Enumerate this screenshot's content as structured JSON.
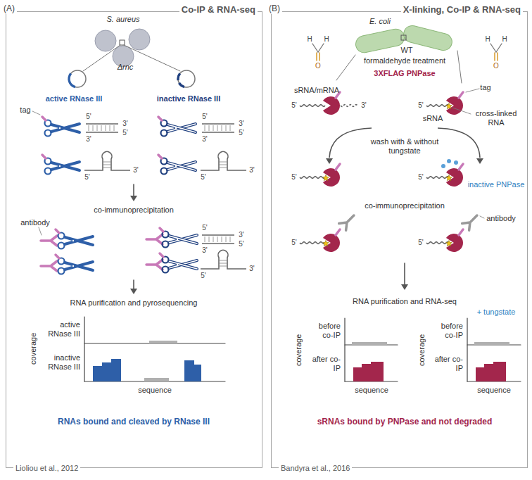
{
  "diagram": {
    "nodes": [
      {
        "text": [
          "(A)",
          "Co-IP & RNA-seq",
          "Lioliou et al., 2012"
        ]
      },
      {
        "text": [
          "(B)",
          "X-linking, Co-IP & RNA-seq",
          "Bandyra et al., 2016"
        ]
      }
    ],
    "labels": [
      "S. aureus",
      "Δrnc",
      "active RNase III",
      "inactive RNase III",
      "tag",
      "5'",
      "3'",
      "3'",
      "5'",
      "5'",
      "3'",
      "3'",
      "5'",
      "5'",
      "3'",
      "5'",
      "3'",
      "co-immunoprecipitation",
      "antibody",
      "5'",
      "3'",
      "3'",
      "5'",
      "5'",
      "3'",
      "RNA purification and pyrosequencing",
      "active RNase III",
      "inactive RNase III",
      "coverage",
      "sequence",
      "RNAs bound and cleaved by RNase III",
      "E. coli",
      "WT",
      "H",
      "H",
      "O",
      "H",
      "H",
      "O",
      "formaldehyde treatment",
      "3XFLAG PNPase",
      "sRNA/mRNA",
      "5'",
      "3'",
      "5'",
      "tag",
      "sRNA",
      "cross-linked RNA",
      "wash with & without tungstate",
      "5'",
      "5'",
      "inactive PNPase",
      "co-immunoprecipitation",
      "antibody",
      "5'",
      "5'",
      "RNA purification and RNA-seq",
      "+ tungstate",
      "coverage",
      "before co-IP",
      "after co-IP",
      "sequence",
      "coverage",
      "before co-IP",
      "after co-IP",
      "sequence",
      "sRNAs bound by PNPase and not degraded"
    ]
  }
}
